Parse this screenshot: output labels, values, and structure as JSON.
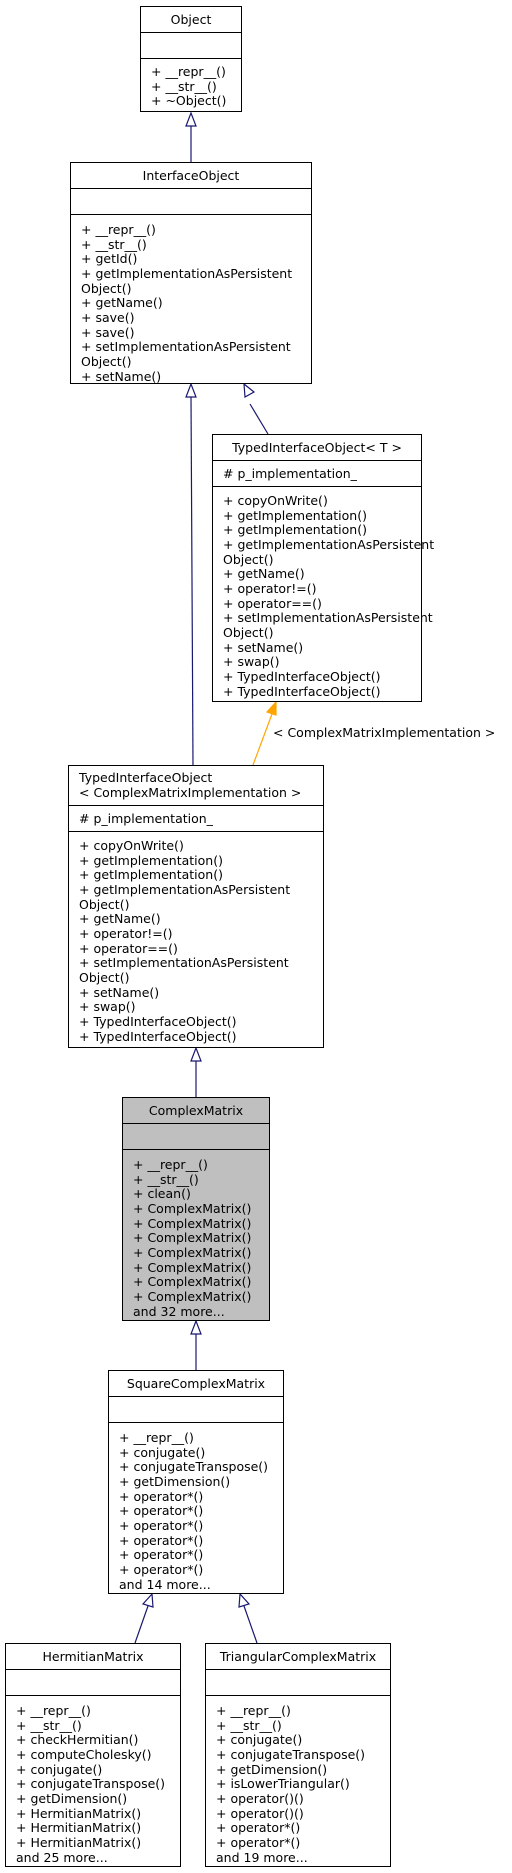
{
  "classes": {
    "object": {
      "name": "Object",
      "operations": [
        "+ __repr__()",
        "+ __str__()",
        "+ ~Object()"
      ]
    },
    "interface_object": {
      "name": "InterfaceObject",
      "operations": [
        "+ __repr__()",
        "+ __str__()",
        "+ getId()",
        "+ getImplementationAsPersistent",
        "Object()",
        "+ getName()",
        "+ save()",
        "+ save()",
        "+ setImplementationAsPersistent",
        "Object()",
        "+ setName()"
      ]
    },
    "typed_interface_object_t": {
      "name": "TypedInterfaceObject< T >",
      "attributes": [
        "# p_implementation_"
      ],
      "operations": [
        "+ copyOnWrite()",
        "+ getImplementation()",
        "+ getImplementation()",
        "+ getImplementationAsPersistent",
        "Object()",
        "+ getName()",
        "+ operator!=()",
        "+ operator==()",
        "+ setImplementationAsPersistent",
        "Object()",
        "+ setName()",
        "+ swap()",
        "+ TypedInterfaceObject()",
        "+ TypedInterfaceObject()"
      ]
    },
    "typed_interface_object_cmi": {
      "name_line1": "TypedInterfaceObject",
      "name_line2": "< ComplexMatrixImplementation >",
      "attributes": [
        "# p_implementation_"
      ],
      "operations": [
        "+ copyOnWrite()",
        "+ getImplementation()",
        "+ getImplementation()",
        "+ getImplementationAsPersistent",
        "Object()",
        "+ getName()",
        "+ operator!=()",
        "+ operator==()",
        "+ setImplementationAsPersistent",
        "Object()",
        "+ setName()",
        "+ swap()",
        "+ TypedInterfaceObject()",
        "+ TypedInterfaceObject()"
      ]
    },
    "complex_matrix": {
      "name": "ComplexMatrix",
      "operations": [
        "+ __repr__()",
        "+ __str__()",
        "+ clean()",
        "+ ComplexMatrix()",
        "+ ComplexMatrix()",
        "+ ComplexMatrix()",
        "+ ComplexMatrix()",
        "+ ComplexMatrix()",
        "+ ComplexMatrix()",
        "+ ComplexMatrix()",
        "and 32 more..."
      ]
    },
    "square_complex_matrix": {
      "name": "SquareComplexMatrix",
      "operations": [
        "+ __repr__()",
        "+ conjugate()",
        "+ conjugateTranspose()",
        "+ getDimension()",
        "+ operator*()",
        "+ operator*()",
        "+ operator*()",
        "+ operator*()",
        "+ operator*()",
        "+ operator*()",
        "and 14 more..."
      ]
    },
    "hermitian_matrix": {
      "name": "HermitianMatrix",
      "operations": [
        "+ __repr__()",
        "+ __str__()",
        "+ checkHermitian()",
        "+ computeCholesky()",
        "+ conjugate()",
        "+ conjugateTranspose()",
        "+ getDimension()",
        "+ HermitianMatrix()",
        "+ HermitianMatrix()",
        "+ HermitianMatrix()",
        "and 25 more..."
      ]
    },
    "triangular_complex_matrix": {
      "name": "TriangularComplexMatrix",
      "operations": [
        "+ __repr__()",
        "+ __str__()",
        "+ conjugate()",
        "+ conjugateTranspose()",
        "+ getDimension()",
        "+ isLowerTriangular()",
        "+ operator()()",
        "+ operator()()",
        "+ operator*()",
        "+ operator*()",
        "and 19 more..."
      ]
    }
  },
  "template_binding_label": "< ComplexMatrixImplementation >",
  "colors": {
    "inheritance_edge": "#191970",
    "template_edge": "#ffa500",
    "highlight_fill": "#bfbfbf"
  }
}
